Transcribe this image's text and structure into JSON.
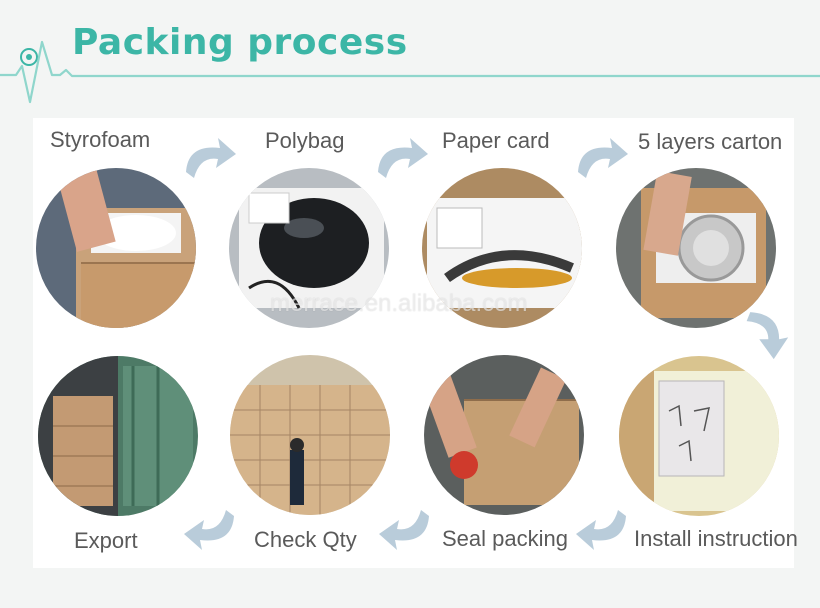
{
  "header": {
    "title": "Packing process",
    "accent_color": "#3cb6a6",
    "icon": "heartbeat-pulse-icon"
  },
  "steps_top": [
    {
      "label": "Styrofoam",
      "photo": "worker-placing-sink-in-box"
    },
    {
      "label": "Polybag",
      "photo": "black-polybag-wrapped-item"
    },
    {
      "label": "Paper card",
      "photo": "item-on-paper-card"
    },
    {
      "label": "5 layers carton",
      "photo": "item-in-carton"
    }
  ],
  "steps_bottom": [
    {
      "label": "Export",
      "photo": "shipping-container-loaded"
    },
    {
      "label": "Check Qty",
      "photo": "warehouse-stacked-cartons"
    },
    {
      "label": "Seal packing",
      "photo": "taping-carton"
    },
    {
      "label": "Install instruction",
      "photo": "instruction-sheet-in-box"
    }
  ],
  "watermark": "merrace.en.alibaba.com",
  "arrow_icon": "curved-arrow-icon"
}
